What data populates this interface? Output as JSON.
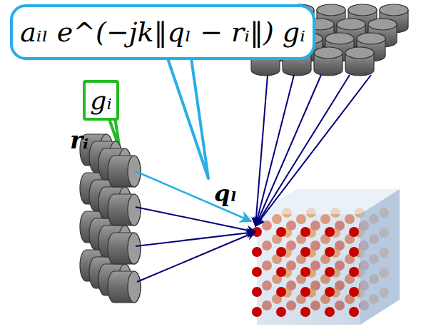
{
  "diagram": {
    "nodes": [
      {
        "text": [
          "aᵢₗ e^(−jk‖qₗ − rᵢ‖) gᵢ"
        ]
      },
      {
        "text": [
          "gᵢ"
        ]
      }
    ],
    "labels": [
      "rᵢ",
      "qₗ"
    ]
  }
}
